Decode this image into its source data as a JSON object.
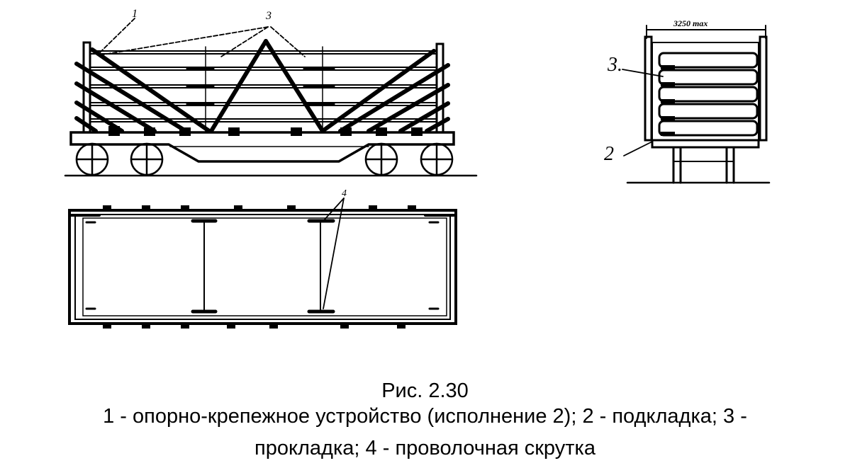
{
  "figure": {
    "title": "Рис. 2.30",
    "caption_line1": "1 - опорно-крепежное устройство (исполнение 2); 2 - подкладка; 3 -",
    "caption_line2": "прокладка; 4 - проволочная скрутка"
  },
  "callouts": {
    "side_view_1": "1",
    "side_view_3": "3",
    "top_view_4": "4",
    "end_view_3": "3.",
    "end_view_2": "2"
  },
  "dimension": {
    "width_label": "3250 max"
  },
  "colors": {
    "ink": "#000000",
    "paper": "#ffffff"
  }
}
